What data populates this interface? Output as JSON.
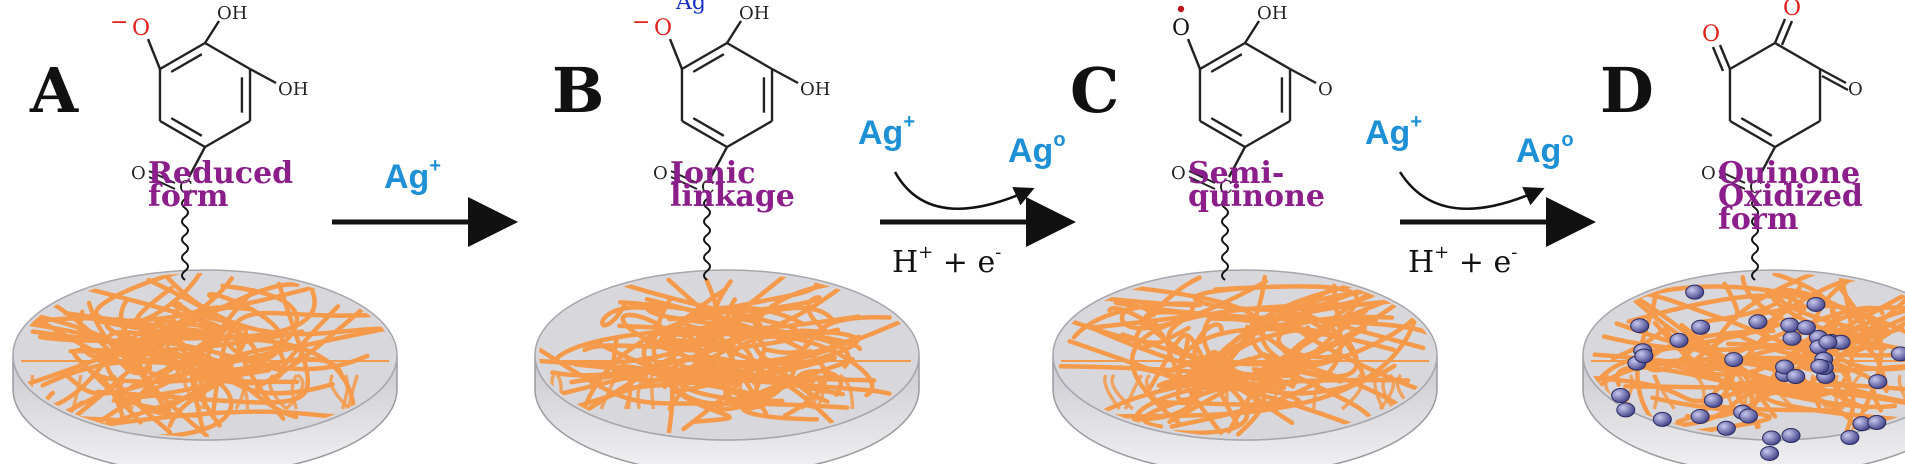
{
  "colors": {
    "fiber": "#f59a4a",
    "disk_top": "#d8d8dc",
    "disk_side": "#bdbdc2",
    "label_purple": "#8b1e8b",
    "ag_blue": "#1e90d6",
    "oxygen_red": "#e0201c",
    "ag_ion_blue": "#1a2fbf",
    "particle": "#6a6aa8",
    "arrow": "#111111"
  },
  "panels": [
    {
      "letter": "A",
      "label_line1": "Reduced",
      "label_line2": "form",
      "o_top": "O",
      "o_top_charge": "−",
      "oh_top": "OH",
      "oh_mid": "OH",
      "ion": ""
    },
    {
      "letter": "B",
      "label_line1": "Ionic",
      "label_line2": "linkage",
      "o_top": "O",
      "o_top_charge": "−",
      "oh_top": "OH",
      "oh_mid": "OH",
      "ion": "Ag"
    },
    {
      "letter": "C",
      "label_line1": "Semi-",
      "label_line2": "quinone",
      "o_top": "O",
      "o_top_charge": "",
      "oh_top": "OH",
      "oh_mid": "O",
      "ion": ""
    },
    {
      "letter": "D",
      "label_line1": "Quinone",
      "label_line2": "Oxidized",
      "label_line3": "form",
      "o_top": "O",
      "o_top_charge": "",
      "oh_top": "O",
      "oh_mid": "O",
      "ion": ""
    }
  ],
  "carbonyl_o": "O",
  "carbonyl_c": "C",
  "arrows": [
    {
      "reactant": "Ag",
      "reactant_sup": "+",
      "product": "",
      "product_sup": "",
      "below": ""
    },
    {
      "reactant": "Ag",
      "reactant_sup": "+",
      "product": "Ag",
      "product_sup": "o",
      "below": "H",
      "below_sup": "+",
      "below_rest": " + e",
      "below_rest_sup": "-"
    },
    {
      "reactant": "Ag",
      "reactant_sup": "+",
      "product": "Ag",
      "product_sup": "o",
      "below": "H",
      "below_sup": "+",
      "below_rest": " + e",
      "below_rest_sup": "-"
    }
  ],
  "ion_sup": "+"
}
